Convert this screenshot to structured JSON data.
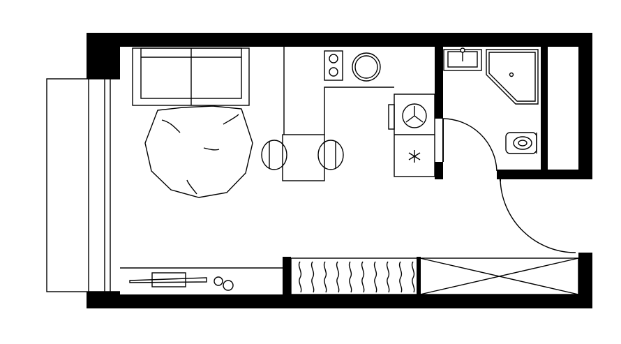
{
  "plan": {
    "fixtures": [
      {
        "name": "sofa",
        "icon": "sofa-icon"
      },
      {
        "name": "round-rug",
        "icon": "rug-icon"
      },
      {
        "name": "dining-table",
        "icon": "table-icon"
      },
      {
        "name": "dining-chair-left",
        "icon": "chair-icon"
      },
      {
        "name": "dining-chair-right",
        "icon": "chair-icon"
      },
      {
        "name": "cooktop",
        "icon": "cooktop-icon"
      },
      {
        "name": "kitchen-sink",
        "icon": "sink-icon"
      },
      {
        "name": "washing-machine",
        "icon": "washer-icon"
      },
      {
        "name": "refrigerator",
        "icon": "snowflake-icon"
      },
      {
        "name": "bathroom-sink",
        "icon": "washbasin-icon"
      },
      {
        "name": "shower-tray",
        "icon": "shower-icon"
      },
      {
        "name": "toilet",
        "icon": "toilet-icon"
      },
      {
        "name": "tv-stand",
        "icon": "tv-icon"
      },
      {
        "name": "shoe-rack",
        "icon": "shoe-rack-icon"
      },
      {
        "name": "wardrobe",
        "icon": "wardrobe-icon"
      },
      {
        "name": "entrance-door",
        "icon": "door-swing-icon"
      },
      {
        "name": "bathroom-door",
        "icon": "door-swing-icon"
      },
      {
        "name": "balcony",
        "icon": "balcony-icon"
      }
    ],
    "colors": {
      "line": "#000000",
      "background": "#ffffff"
    }
  }
}
